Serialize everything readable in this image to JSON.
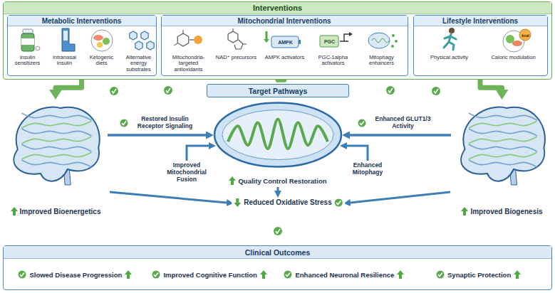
{
  "diagram": {
    "nodes": [
      {
        "text": [
          "Interventions"
        ]
      },
      {
        "text": [
          "Metabolic Interventions",
          "Insulin sensitizers",
          "Intranasal insulin",
          "Ketogenic diets",
          "Alternative energy substrates"
        ],
        "in": 0
      },
      {
        "text": [
          "Mitochondrial Interventions",
          "Mitochondria-targeted antioxidants",
          "NAD⁺ precursors",
          "AMPK activators",
          "PGC-1alpha activators",
          "Mitophagy enhancers"
        ],
        "in": 0
      },
      {
        "text": [
          "Lifestyle Interventions",
          "Physical activity",
          "Caloric modulation"
        ],
        "in": 0
      },
      {
        "text": [
          "Target Pathways"
        ]
      },
      {
        "text": [
          "Improved Bioenergetics"
        ]
      },
      {
        "text": [
          "Quality Control Restoration"
        ]
      },
      {
        "text": [
          "Improved Biogenesis"
        ]
      },
      {
        "text": [
          "Clinical Outcomes",
          "Slowed Disease Progression",
          "Improved Cognitive Function",
          "Enhanced Neuronal Resilience",
          "Synaptic Protection"
        ]
      }
    ],
    "edges": [
      {
        "from": 1,
        "to": 5,
        "arrow": "to"
      },
      {
        "from": 2,
        "to": 4,
        "arrow": "to"
      },
      {
        "from": 3,
        "to": 7,
        "arrow": "to"
      },
      {
        "from": 5,
        "to": 6,
        "label": "Restored Insulin Receptor Signaling",
        "arrow": "to"
      },
      {
        "from": 7,
        "to": 6,
        "label": "Enhanced GLUT1/3 Activity",
        "arrow": "to"
      }
    ],
    "labels": [
      "AMPK",
      "PGC",
      "kcal",
      "Improved Mitochondrial Fusion",
      "Enhanced Mitophagy",
      "Reduced Oxidative Stress"
    ]
  }
}
